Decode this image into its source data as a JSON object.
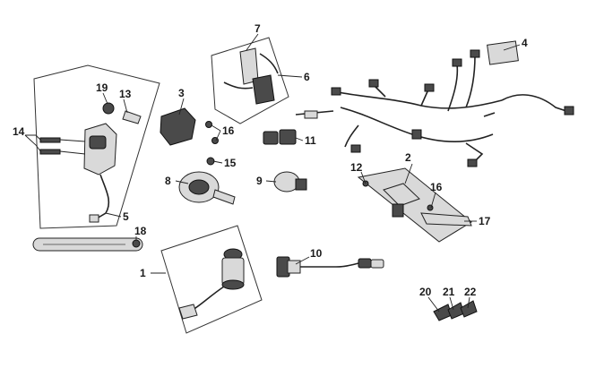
{
  "diagram": {
    "callouts": [
      {
        "id": "c1",
        "text": "1"
      },
      {
        "id": "c2",
        "text": "2"
      },
      {
        "id": "c3",
        "text": "3"
      },
      {
        "id": "c4",
        "text": "4"
      },
      {
        "id": "c5",
        "text": "5"
      },
      {
        "id": "c6",
        "text": "6"
      },
      {
        "id": "c7",
        "text": "7"
      },
      {
        "id": "c8",
        "text": "8"
      },
      {
        "id": "c9",
        "text": "9"
      },
      {
        "id": "c10",
        "text": "10"
      },
      {
        "id": "c11",
        "text": "11"
      },
      {
        "id": "c12",
        "text": "12"
      },
      {
        "id": "c13",
        "text": "13"
      },
      {
        "id": "c14",
        "text": "14"
      },
      {
        "id": "c15",
        "text": "15"
      },
      {
        "id": "c16a",
        "text": "16"
      },
      {
        "id": "c16b",
        "text": "16"
      },
      {
        "id": "c17",
        "text": "17"
      },
      {
        "id": "c18",
        "text": "18"
      },
      {
        "id": "c19",
        "text": "19"
      },
      {
        "id": "c20",
        "text": "20"
      },
      {
        "id": "c21",
        "text": "21"
      },
      {
        "id": "c22",
        "text": "22"
      }
    ]
  }
}
